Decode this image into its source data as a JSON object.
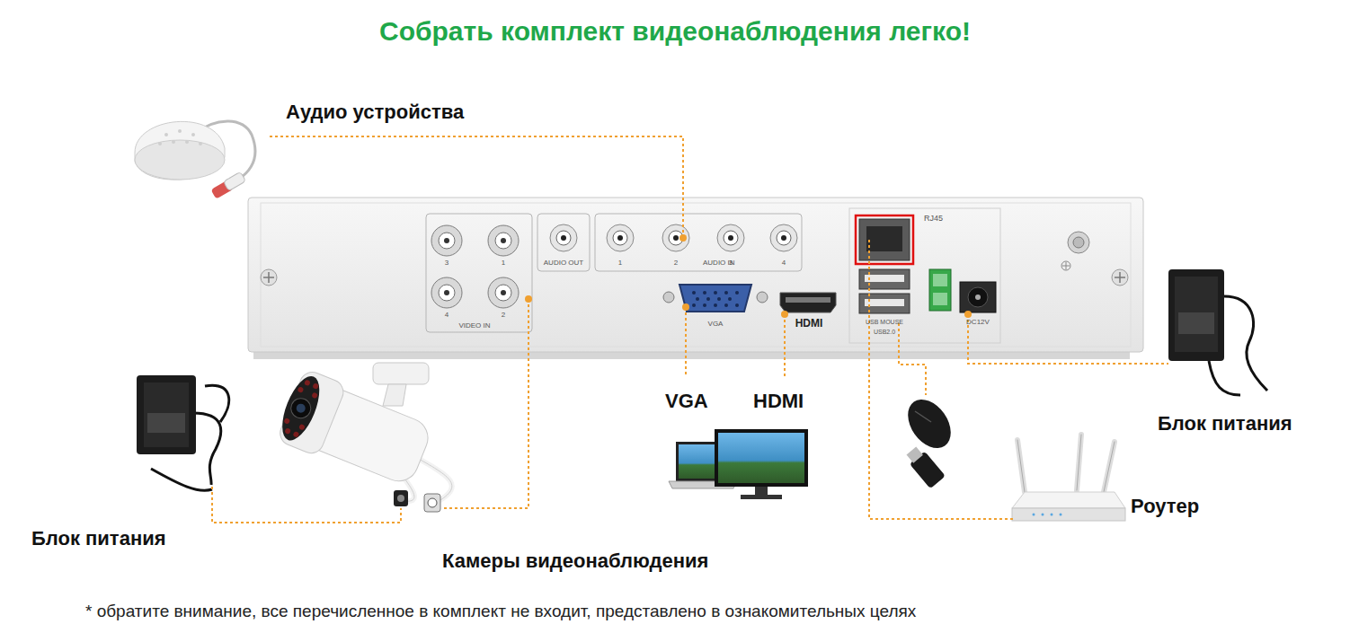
{
  "diagram": {
    "title": "Собрать комплект видеонаблюдения легко!",
    "caption": "* обратите внимание, все перечисленное в комплект не входит, представлено в ознакомительных целях",
    "labels": [
      "Аудио устройства",
      "3",
      "1",
      "AUDIO OUT",
      "1",
      "2",
      "3",
      "4",
      "AUDIO IN",
      "RJ45",
      "4",
      "2",
      "VIDEO IN",
      "VGA",
      "HDMI",
      "USB MOUSE",
      "USB2.0",
      "DC12V",
      "VGA",
      "HDMI",
      "Блок питания",
      "Роутер",
      "Блок питания",
      "Камеры видеонаблюдения"
    ]
  }
}
